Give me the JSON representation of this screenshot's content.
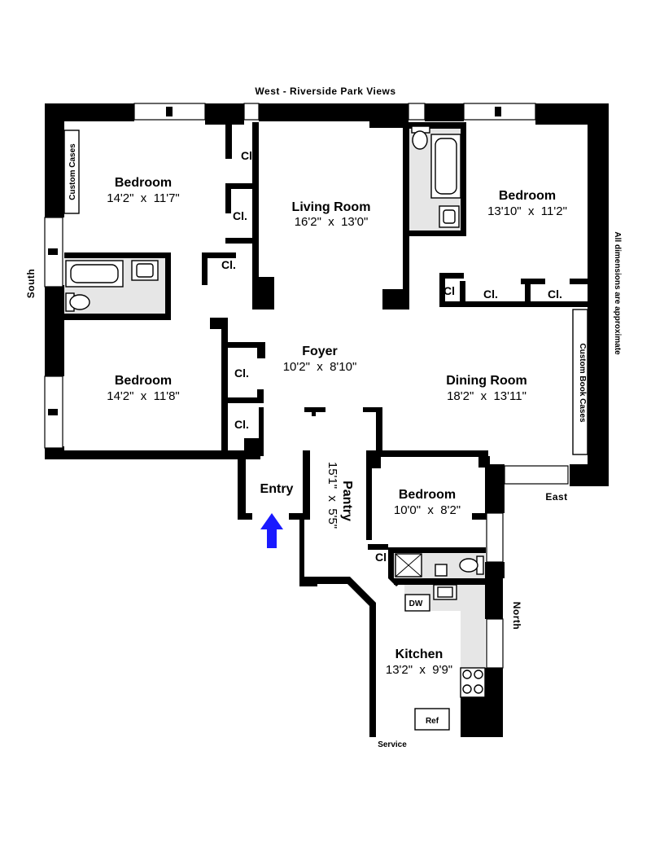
{
  "orientation": {
    "west": "West - Riverside Park Views",
    "south": "South",
    "east": "East",
    "north": "North",
    "service": "Service",
    "disclaimer": "All dimensions are approximate"
  },
  "rooms": {
    "bedroom_nw": {
      "name": "Bedroom",
      "dims": "14'2\"  x  11'7\""
    },
    "living_room": {
      "name": "Living Room",
      "dims": "16'2\"  x  13'0\""
    },
    "bedroom_ne": {
      "name": "Bedroom",
      "dims": "13'10\"  x  11'2\""
    },
    "foyer": {
      "name": "Foyer",
      "dims": "10'2\"  x  8'10\""
    },
    "bedroom_sw": {
      "name": "Bedroom",
      "dims": "14'2\"  x  11'8\""
    },
    "dining_room": {
      "name": "Dining Room",
      "dims": "18'2\"  x  13'11\""
    },
    "entry": {
      "name": "Entry"
    },
    "pantry": {
      "name": "Pantry",
      "dims": "15'1\"  x  5'5\""
    },
    "bedroom_se": {
      "name": "Bedroom",
      "dims": "10'0\"  x  8'2\""
    },
    "kitchen": {
      "name": "Kitchen",
      "dims": "13'2\"  x  9'9\""
    }
  },
  "closets": {
    "label": "Cl.",
    "label_short": "Cl"
  },
  "built_ins": {
    "custom_cases": "Custom Cases",
    "custom_book_cases": "Custom Book Cases"
  },
  "appliances": {
    "dishwasher": "DW",
    "refrigerator": "Ref"
  },
  "colors": {
    "walls": "#000000",
    "entry_arrow": "#1a1aff",
    "tile": "#e6e6e6"
  }
}
